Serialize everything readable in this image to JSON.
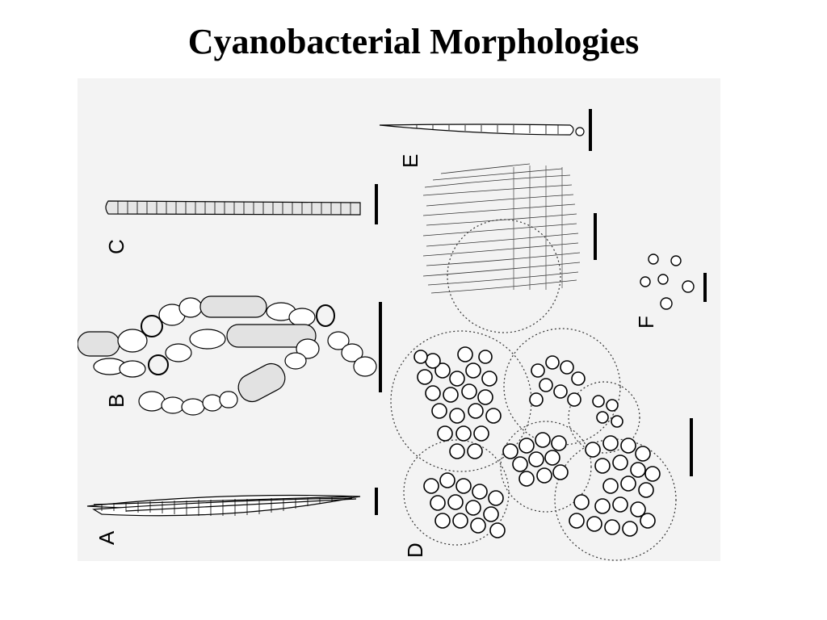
{
  "slide": {
    "title": "Cyanobacterial Morphologies"
  },
  "figure": {
    "panels": [
      {
        "id": "A",
        "label": "A"
      },
      {
        "id": "B",
        "label": "B"
      },
      {
        "id": "C",
        "label": "C"
      },
      {
        "id": "D",
        "label": "D"
      },
      {
        "id": "E",
        "label": "E"
      },
      {
        "id": "F",
        "label": "F"
      }
    ]
  }
}
